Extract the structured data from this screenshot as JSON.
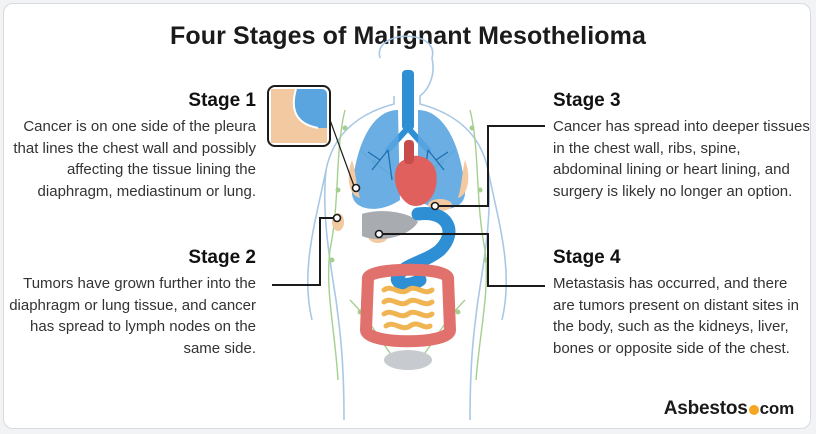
{
  "title": "Four Stages of Malignant Mesothelioma",
  "stages": [
    {
      "heading": "Stage 1",
      "text": "Cancer is on one side of the pleura that lines the chest wall and possibly affecting the tissue lining the diaphragm, mediastinum or lung."
    },
    {
      "heading": "Stage 2",
      "text": "Tumors have grown further into the diaphragm or lung tissue, and cancer has spread to lymph nodes on the same side."
    },
    {
      "heading": "Stage 3",
      "text": "Cancer has spread into deeper tissues in the chest wall, ribs, spine, abdominal lining or heart lining, and surgery is likely no longer an option."
    },
    {
      "heading": "Stage 4",
      "text": "Metastasis has occurred, and there are tumors present on distant sites in the body, such as the kidneys, liver, bones or opposite side of the chest."
    }
  ],
  "logo": {
    "name": "Asbestos",
    "suffix": "com"
  },
  "colors": {
    "lungs": "#5aa5e0",
    "heart": "#e0605e",
    "stomach": "#2e8fd4",
    "intestine_large": "#e0716c",
    "intestine_small": "#f0b552",
    "tumor": "#f2c9a0",
    "lymph": "#a5cf8f",
    "body_outline": "#a9c8e6",
    "logo_dot": "#f5a623"
  }
}
